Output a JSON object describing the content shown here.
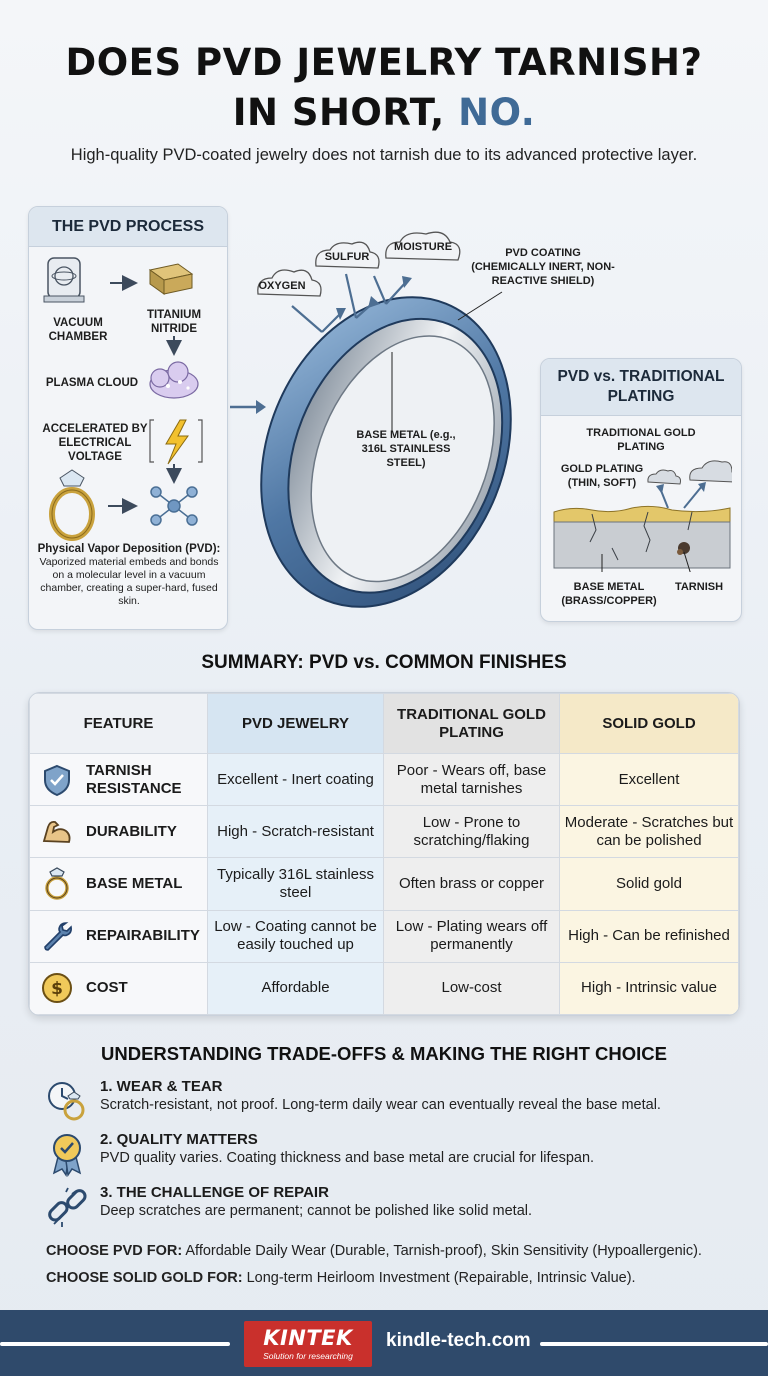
{
  "header": {
    "title_line1": "DOES PVD JEWELRY TARNISH?",
    "title_line2_prefix": "IN SHORT, ",
    "title_line2_answer": "NO.",
    "subtitle": "High-quality PVD-coated jewelry does not tarnish due to its advanced protective layer."
  },
  "process": {
    "heading": "THE PVD PROCESS",
    "vacuum_chamber": "VACUUM CHAMBER",
    "titanium_nitride": "TITANIUM NITRIDE",
    "plasma_cloud": "PLASMA CLOUD",
    "accelerated": "ACCELERATED BY ELECTRICAL VOLTAGE",
    "definition_title": "Physical Vapor Deposition (PVD):",
    "definition_body": "Vaporized material embeds and bonds on a molecular level in a vacuum chamber, creating a super-hard, fused skin."
  },
  "ring": {
    "oxygen": "OXYGEN",
    "sulfur": "SULFUR",
    "moisture": "MOISTURE",
    "coating_label": "PVD COATING (CHEMICALLY INERT, NON-REACTIVE SHIELD)",
    "base_metal_label": "BASE METAL (e.g., 316L STAINLESS STEEL)"
  },
  "traditional_panel": {
    "heading": "PVD vs. TRADITIONAL PLATING",
    "traditional_gold_plating": "TRADITIONAL GOLD PLATING",
    "gold_plating": "GOLD PLATING (THIN, SOFT)",
    "base_metal": "BASE METAL (BRASS/COPPER)",
    "tarnish": "TARNISH"
  },
  "summary": {
    "title": "SUMMARY: PVD vs. COMMON FINISHES",
    "headers": [
      "FEATURE",
      "PVD JEWELRY",
      "TRADITIONAL GOLD PLATING",
      "SOLID GOLD"
    ],
    "rows": [
      {
        "feature": "TARNISH RESISTANCE",
        "icon": "shield-check-icon",
        "pvd": "Excellent - Inert coating",
        "plating": "Poor - Wears off, base metal tarnishes",
        "gold": "Excellent"
      },
      {
        "feature": "DURABILITY",
        "icon": "muscle-arm-icon",
        "pvd": "High - Scratch-resistant",
        "plating": "Low - Prone to scratching/flaking",
        "gold": "Moderate - Scratches but can be polished"
      },
      {
        "feature": "BASE METAL",
        "icon": "ring-icon",
        "pvd": "Typically 316L stainless steel",
        "plating": "Often brass or copper",
        "gold": "Solid gold"
      },
      {
        "feature": "REPAIRABILITY",
        "icon": "wrench-icon",
        "pvd": "Low - Coating cannot be easily touched up",
        "plating": "Low - Plating wears off permanently",
        "gold": "High - Can be refinished"
      },
      {
        "feature": "COST",
        "icon": "dollar-coin-icon",
        "pvd": "Affordable",
        "plating": "Low-cost",
        "gold": "High - Intrinsic value"
      }
    ]
  },
  "tradeoffs": {
    "title": "UNDERSTANDING TRADE-OFFS & MAKING THE RIGHT CHOICE",
    "items": [
      {
        "title": "1. WEAR & TEAR",
        "body": "Scratch-resistant, not proof. Long-term daily wear can eventually reveal the base metal."
      },
      {
        "title": "2. QUALITY MATTERS",
        "body": "PVD quality varies. Coating thickness and base metal are crucial for lifespan."
      },
      {
        "title": "3. THE CHALLENGE OF REPAIR",
        "body": "Deep scratches are permanent; cannot be polished like solid metal."
      }
    ],
    "choose_pvd_label": "CHOOSE PVD FOR:",
    "choose_pvd_text": " Affordable Daily Wear (Durable, Tarnish-proof), Skin Sensitivity (Hypoallergenic).",
    "choose_gold_label": "CHOOSE SOLID GOLD FOR:",
    "choose_gold_text": " Long-term Heirloom Investment (Repairable, Intrinsic Value)."
  },
  "footer": {
    "brand": "KINTEK",
    "tagline": "Solution for researching",
    "site": "kindle-tech.com"
  },
  "colors": {
    "accent_blue": "#3f6a96",
    "footer_bg": "#2f4a6b",
    "logo_red": "#c9302c"
  }
}
